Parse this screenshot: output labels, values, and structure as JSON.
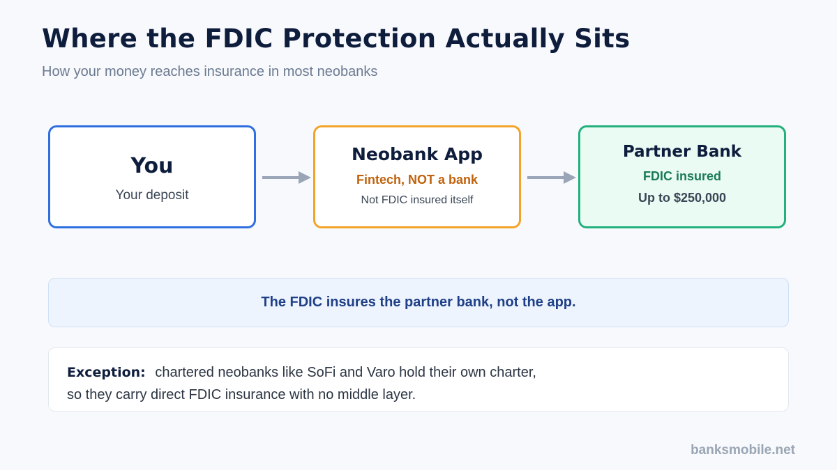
{
  "header": {
    "title": "Where the FDIC Protection Actually Sits",
    "subtitle": "How your money reaches insurance in most neobanks"
  },
  "flow": {
    "you": {
      "title": "You",
      "line1": "Your deposit"
    },
    "neobank": {
      "title": "Neobank App",
      "line1": "Fintech, NOT a bank",
      "line2": "Not FDIC insured itself"
    },
    "partner": {
      "title": "Partner Bank",
      "line1": "FDIC insured",
      "line2": "Up to $250,000"
    }
  },
  "callout": "The FDIC insures the partner bank, not the app.",
  "exception": {
    "label": "Exception:",
    "line1": "chartered neobanks like SoFi and Varo hold their own charter,",
    "line2": "so they carry direct FDIC insurance with no middle layer."
  },
  "footer": "banksmobile.net",
  "colors": {
    "you_border": "#2f6fe0",
    "neobank_border": "#f2a42a",
    "partner_border": "#22b07d",
    "arrow": "#9aa5b8"
  }
}
